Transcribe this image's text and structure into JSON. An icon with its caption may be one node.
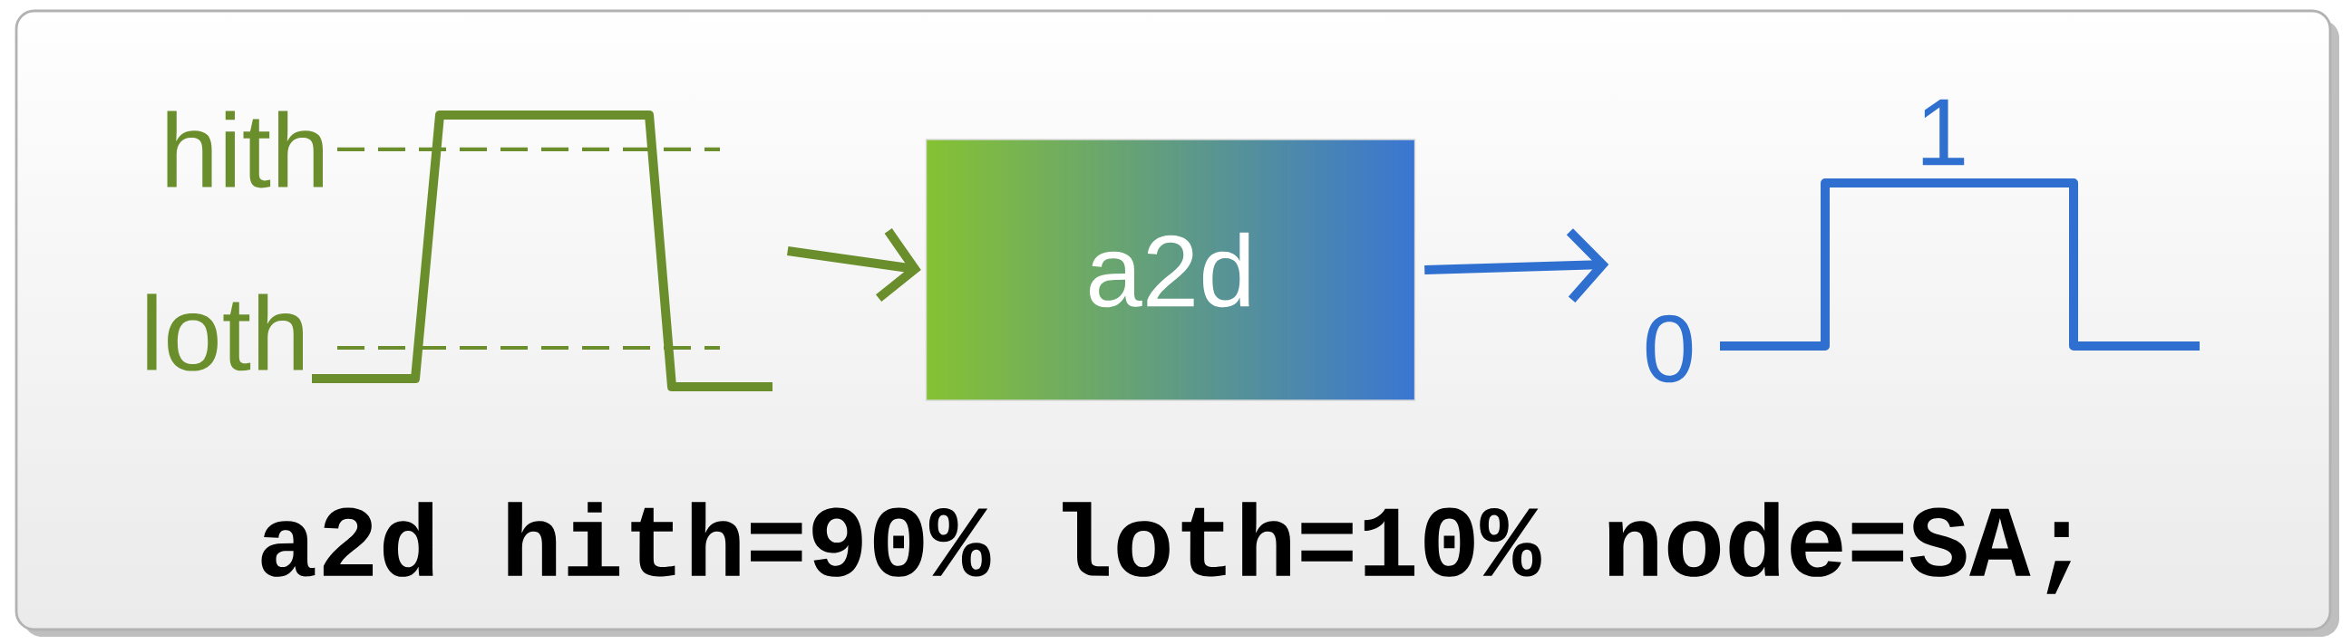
{
  "diagram": {
    "nodes": [
      {
        "text": [],
        "shape": "picture"
      },
      {
        "text": [
          "a2d"
        ]
      },
      {
        "text": [],
        "shape": "picture"
      }
    ],
    "edges": [
      {
        "from": 0,
        "to": 1,
        "arrow": "to",
        "color": "#6b8e2d"
      },
      {
        "from": 1,
        "to": 2,
        "arrow": "to",
        "color": "#2f6fcf"
      }
    ],
    "labels": [
      "hith",
      "loth",
      "1",
      "0",
      "a2d hith=90% loth=10% node=SA;"
    ]
  }
}
